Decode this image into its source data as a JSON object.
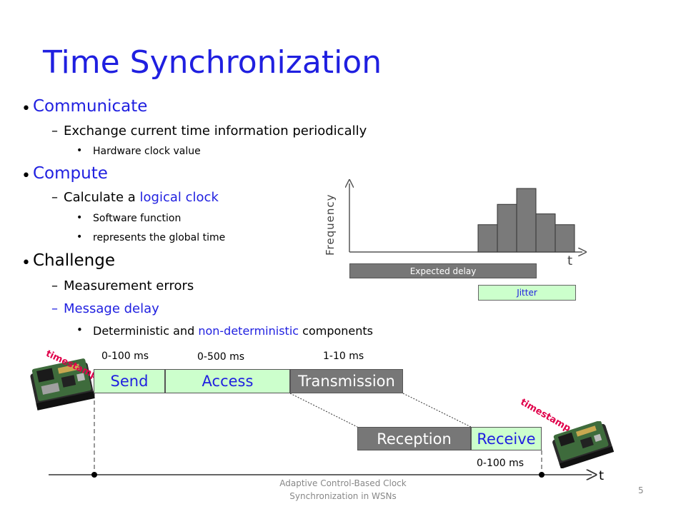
{
  "title": "Time Synchronization",
  "bullets": {
    "communicate": "Communicate",
    "communicate_sub": "Exchange current time information periodically",
    "communicate_subsub": "Hardware clock value",
    "compute": "Compute",
    "compute_sub_prefix": "Calculate a ",
    "compute_sub_highlight": "logical clock",
    "compute_subsub1": "Software function",
    "compute_subsub2": "represents the global time",
    "challenge": "Challenge",
    "challenge_sub1": "Measurement errors",
    "challenge_sub2": "Message delay",
    "challenge_subsub_prefix": "Deterministic and ",
    "challenge_subsub_highlight": "non-deterministic",
    "challenge_subsub_suffix": " components"
  },
  "histogram": {
    "ylabel": "Frequency",
    "xlabel": "t",
    "bars": [
      0.43,
      0.75,
      1.0,
      0.6,
      0.43
    ],
    "expected_delay_label": "Expected delay",
    "jitter_label": "Jitter"
  },
  "timeline": {
    "timestamp_label": "timestamp",
    "send_label": "Send",
    "access_label": "Access",
    "transmission_label": "Transmission",
    "reception_label": "Reception",
    "receive_label": "Receive",
    "send_ms": "0-100 ms",
    "access_ms": "0-500 ms",
    "transmission_ms": "1-10 ms",
    "receive_ms": "0-100 ms",
    "axis_label": "t"
  },
  "footer": {
    "line1": "Adaptive Control-Based Clock",
    "line2": "Synchronization in WSNs",
    "page_number": "5"
  },
  "colors": {
    "accent": "#1f1fe0",
    "timestamp": "#e0004a",
    "box_green": "#ccffcc",
    "box_dark": "#777777"
  }
}
